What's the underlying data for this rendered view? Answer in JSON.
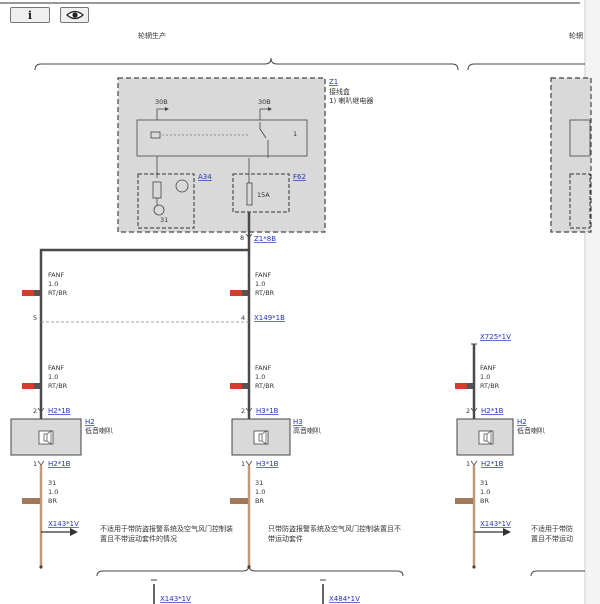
{
  "toolbar": {
    "info_label": "i"
  },
  "colors": {
    "wire_dark": "#4a4a4a",
    "wire_brown": "#c09a78",
    "link": "#2233bb",
    "box_fill": "#d9d9d9",
    "swatch_red": "#d93a2b",
    "swatch_brown": "#a0785a"
  },
  "headers": {
    "left": "轮辋生产",
    "right": "轮辋"
  },
  "module_z1": {
    "id": "Z1",
    "desc1": "接线盒",
    "desc2": "1)   喇叭继电器",
    "term1": "30B",
    "term2": "30B",
    "pin": "1",
    "ref_a34": "A34",
    "ref_f62": "F62",
    "fuse_rating": "15A",
    "ground": "31"
  },
  "connectors": {
    "z1_8b": {
      "pin": "8",
      "label": "Z1*8B"
    },
    "x149_left": {
      "pin": "5"
    },
    "x149_right": {
      "pin": "4",
      "label": "X149*1B"
    },
    "x725": {
      "label": "X725*1V"
    },
    "h2_top": {
      "pin": "2",
      "label": "H2*1B"
    },
    "h2_bot": {
      "pin": "1",
      "label": "H2*1B"
    },
    "h3_top": {
      "pin": "2",
      "label": "H3*1B"
    },
    "h3_bot": {
      "pin": "1",
      "label": "H3*1B"
    },
    "h2r_top": {
      "pin": "2",
      "label": "H2*1B"
    },
    "h2r_bot": {
      "pin": "1",
      "label": "H2*1B"
    },
    "x143_a": {
      "label": "X143*1V"
    },
    "x143_b": {
      "label": "X143*1V"
    },
    "x143_c": {
      "label": "X143*1V"
    },
    "x484": {
      "label": "X484*1V"
    }
  },
  "wires": {
    "w1": {
      "name": "FANF",
      "size": "1.0",
      "color": "RT/BR"
    },
    "w2": {
      "name": "FANF",
      "size": "1.0",
      "color": "RT/BR"
    },
    "w3": {
      "name": "FANF",
      "size": "1.0",
      "color": "RT/BR"
    },
    "w4": {
      "name": "FANF",
      "size": "1.0",
      "color": "RT/BR"
    },
    "w5": {
      "name": "FANF",
      "size": "1.0",
      "color": "RT/BR"
    },
    "g1": {
      "name": "31",
      "size": "1.0",
      "color": "BR"
    },
    "g2": {
      "name": "31",
      "size": "1.0",
      "color": "BR"
    },
    "g3": {
      "name": "31",
      "size": "1.0",
      "color": "BR"
    }
  },
  "components": {
    "h2": {
      "id": "H2",
      "desc": "低音喇叭"
    },
    "h3": {
      "id": "H3",
      "desc": "高音喇叭"
    },
    "h2r": {
      "id": "H2",
      "desc": "低音喇叭"
    }
  },
  "notes": {
    "left1": "不适用于带防盗报警系统及空气风门控制装",
    "left2": "置且不带运动套件的情况",
    "right1": "只带防盗报警系统及空气风门控制装置且不",
    "right2": "带运动套件",
    "far1": "不适用于带防",
    "far2": "置且不带运动"
  }
}
